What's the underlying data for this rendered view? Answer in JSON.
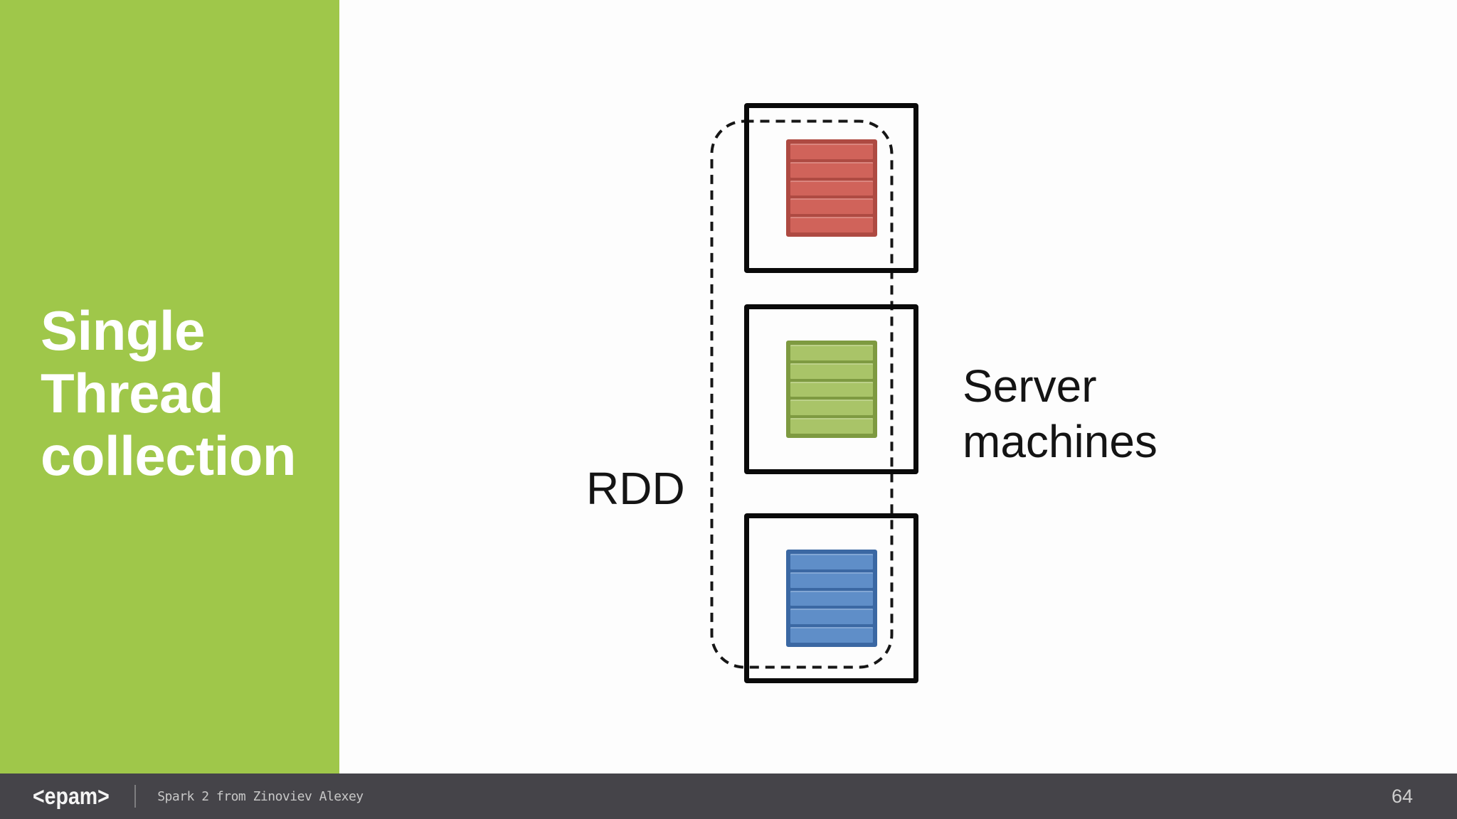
{
  "sidebar": {
    "title": "Single\nThread\ncollection",
    "bg_color": "#9fc74a",
    "text_color": "#ffffff"
  },
  "diagram": {
    "rdd_label": "RDD",
    "server_machines_label": "Server\nmachines",
    "outline_color": "#0a0a0a",
    "dashed_color": "#161616",
    "server_count": 3,
    "stripes_per_partition": 5,
    "partitions": [
      {
        "name": "partition-red",
        "fill": "#d0635a",
        "border": "#ae4a42"
      },
      {
        "name": "partition-green",
        "fill": "#a9c468",
        "border": "#7e9a41"
      },
      {
        "name": "partition-blue",
        "fill": "#5f8ec8",
        "border": "#3b68a3"
      }
    ]
  },
  "footer": {
    "logo": "<epam>",
    "caption": "Spark 2 from Zinoviev Alexey",
    "page_number": "64",
    "bg_color": "#454449",
    "text_color": "#c8c8c8"
  }
}
